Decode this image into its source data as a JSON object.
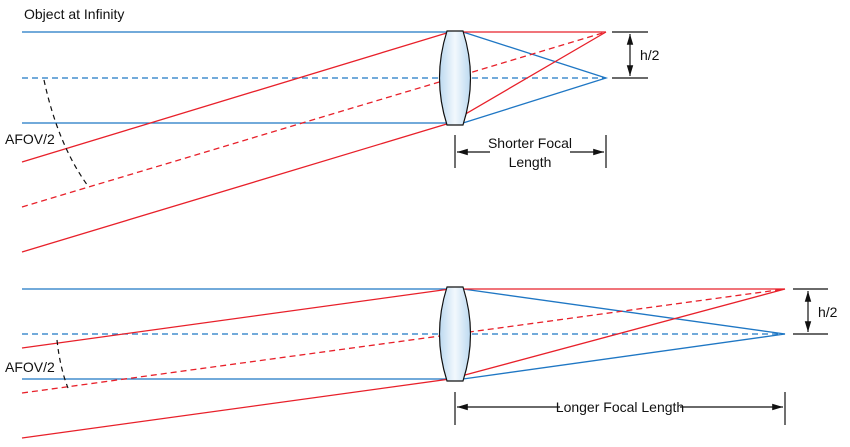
{
  "title": "Object at Infinity",
  "top": {
    "angle_label": "AFOV/2",
    "height_label": "h/2",
    "focal_label_line1": "Shorter Focal",
    "focal_label_line2": "Length"
  },
  "bottom": {
    "angle_label": "AFOV/2",
    "height_label": "h/2",
    "focal_label": "Longer Focal Length"
  },
  "colors": {
    "marginal_ray": "#1f77c4",
    "field_ray": "#e8202a"
  }
}
